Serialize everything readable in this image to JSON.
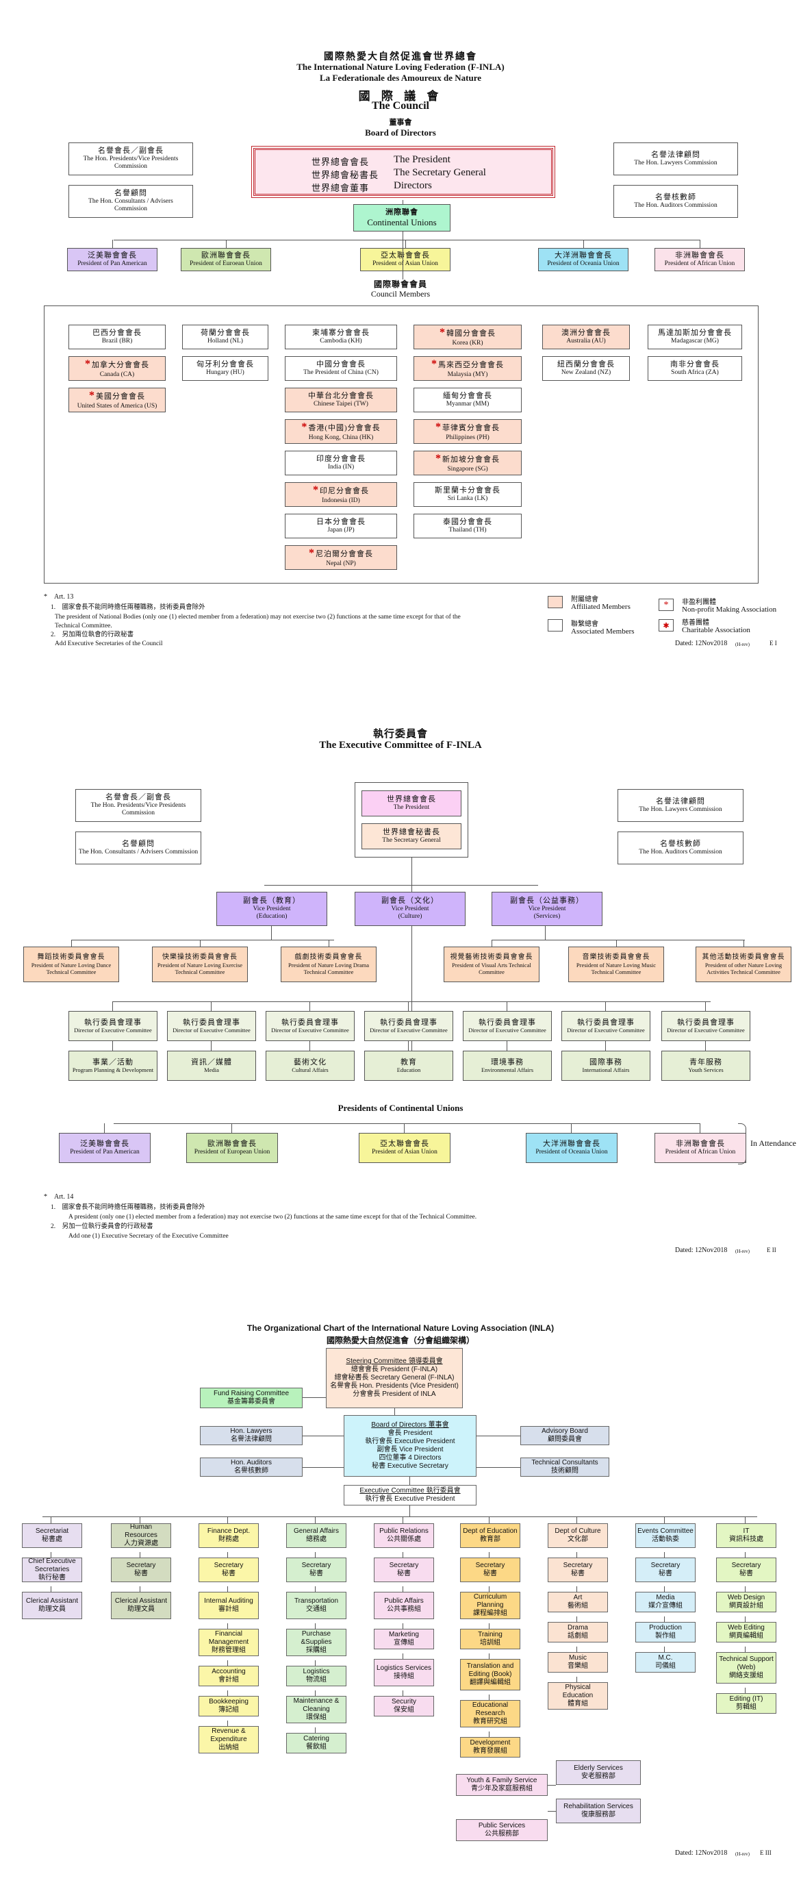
{
  "council": {
    "title_zh": "國際熱愛大自然促進會世界總會",
    "title_en": "The International Nature Loving Federation (F-INLA)",
    "title_fr": "La Federationale des Amoureux de Nature",
    "council_zh": "國 際 議 會",
    "council_en": "The Council",
    "board_zh": "董事會",
    "board_en": "Board of Directors",
    "hon_presidents": {
      "zh": "名譽會長／副會長",
      "en": "The Hon. Presidents/Vice Presidents Commission"
    },
    "hon_consultants": {
      "zh": "名譽顧問",
      "en": "The Hon. Consultants / Advisers Commission"
    },
    "hon_lawyers": {
      "zh": "名譽法律顧問",
      "en": "The Hon. Lawyers Commission"
    },
    "hon_auditors": {
      "zh": "名譽核數師",
      "en": "The Hon. Auditors Commission"
    },
    "officers": [
      {
        "zh": "世界總會會長",
        "en": "The President"
      },
      {
        "zh": "世界總會秘書長",
        "en": "The Secretary General"
      },
      {
        "zh": "世界總會董事",
        "en": "Directors"
      }
    ],
    "continental": {
      "zh": "洲際聯會",
      "en": "Continental Unions"
    },
    "unions": [
      {
        "zh": "泛美聯會會長",
        "en": "President of Pan American",
        "color": "#d9c6f5"
      },
      {
        "zh": "歐洲聯會會長",
        "en": "President of Euroean Union",
        "color": "#cfe7b0"
      },
      {
        "zh": "亞太聯會會長",
        "en": "President of Asian Union",
        "color": "#f7f59a"
      },
      {
        "zh": "大洋洲聯會會長",
        "en": "President of Oceania Union",
        "color": "#9ee2f5"
      },
      {
        "zh": "非洲聯會會長",
        "en": "President of African Union",
        "color": "#fbe2ea"
      }
    ],
    "members_zh": "國際聯會會員",
    "members_en": "Council Members",
    "members": [
      {
        "zh": "巴西分會會長",
        "en": "Brazil (BR)",
        "aff": false,
        "star": false
      },
      {
        "zh": "加拿大分會會長",
        "en": "Canada (CA)",
        "aff": true,
        "star": true
      },
      {
        "zh": "美國分會會長",
        "en": "United States of America (US)",
        "aff": true,
        "star": true
      },
      {
        "zh": "荷蘭分會會長",
        "en": "Holland (NL)",
        "aff": false,
        "star": false
      },
      {
        "zh": "匈牙利分會會長",
        "en": "Hungary (HU)",
        "aff": false,
        "star": false
      },
      {
        "zh": "柬埔寨分會會長",
        "en": "Cambodia (KH)",
        "aff": false,
        "star": false
      },
      {
        "zh": "中國分會會長",
        "en": "The President of China (CN)",
        "aff": false,
        "star": false
      },
      {
        "zh": "中華台北分會會長",
        "en": "Chinese Taipei (TW)",
        "aff": true,
        "star": false
      },
      {
        "zh": "香港(中國)分會會長",
        "en": "Hong Kong, China (HK)",
        "aff": true,
        "star": true
      },
      {
        "zh": "印度分會會長",
        "en": "India (IN)",
        "aff": false,
        "star": false
      },
      {
        "zh": "印尼分會會長",
        "en": "Indonesia (ID)",
        "aff": true,
        "star": true
      },
      {
        "zh": "日本分會會長",
        "en": "Japan (JP)",
        "aff": false,
        "star": false
      },
      {
        "zh": "尼泊爾分會會長",
        "en": "Nepal (NP)",
        "aff": true,
        "star": true
      },
      {
        "zh": "韓國分會會長",
        "en": "Korea (KR)",
        "aff": true,
        "star": true
      },
      {
        "zh": "馬來西亞分會會長",
        "en": "Malaysia (MY)",
        "aff": true,
        "star": true
      },
      {
        "zh": "緬甸分會會長",
        "en": "Myanmar (MM)",
        "aff": false,
        "star": false
      },
      {
        "zh": "菲律賓分會會長",
        "en": "Philippines (PH)",
        "aff": true,
        "star": true
      },
      {
        "zh": "新加坡分會會長",
        "en": "Singapore (SG)",
        "aff": true,
        "star": true
      },
      {
        "zh": "斯里蘭卡分會會長",
        "en": "Sri Lanka (LK)",
        "aff": false,
        "star": false
      },
      {
        "zh": "泰國分會會長",
        "en": "Thailand (TH)",
        "aff": false,
        "star": false
      },
      {
        "zh": "澳洲分會會長",
        "en": "Australia (AU)",
        "aff": true,
        "star": false
      },
      {
        "zh": "紐西蘭分會會長",
        "en": "New Zealand (NZ)",
        "aff": false,
        "star": false
      },
      {
        "zh": "馬達加斯加分會會長",
        "en": "Madagascar (MG)",
        "aff": false,
        "star": false
      },
      {
        "zh": "南非分會會長",
        "en": "South Africa (ZA)",
        "aff": false,
        "star": false
      }
    ],
    "notes": [
      "*　Art. 13",
      "1.　國家會長不能同時擔任兩種職務，技術委員會除外",
      "The president of National Bodies (only one (1) elected member from a federation) may not exercise two (2) functions at the same time except for that of the",
      "Technical Committee.",
      "2.　另加兩位執會的行政秘書",
      "Add Executive Secretaries of the Council"
    ],
    "legend": {
      "affiliated_zh": "附屬總會",
      "affiliated_en": "Affiliated Members",
      "associated_zh": "聯繫總會",
      "associated_en": "Associated Members",
      "nonprofit_zh": "非盈利團體",
      "nonprofit_en": "Non-profit Making Association",
      "charitable_zh": "慈善團體",
      "charitable_en": "Charitable Association"
    },
    "dated": "Dated: 12Nov2018",
    "dated_small": "(H-rev)",
    "code": "E I"
  },
  "exec": {
    "title_zh": "執行委員會",
    "title_en": "The Executive Committee of F-INLA",
    "hon_presidents": {
      "zh": "名譽會長／副會長",
      "en": "The Hon. Presidents/Vice Presidents Commission"
    },
    "hon_consultants": {
      "zh": "名譽顧問",
      "en": "The Hon. Consultants / Advisers Commission"
    },
    "hon_lawyers": {
      "zh": "名譽法律顧問",
      "en": "The Hon. Lawyers Commission"
    },
    "hon_auditors": {
      "zh": "名譽核數師",
      "en": "The Hon. Auditors Commission"
    },
    "president": {
      "zh": "世界總會會長",
      "en": "The President"
    },
    "secgen": {
      "zh": "世界總會秘書長",
      "en": "The Secretary General"
    },
    "vps": [
      {
        "zh": "副會長（教育）",
        "en1": "Vice President",
        "en2": "(Education)"
      },
      {
        "zh": "副會長（文化）",
        "en1": "Vice President",
        "en2": "(Culture)"
      },
      {
        "zh": "副會長（公益事務）",
        "en1": "Vice President",
        "en2": "(Services)"
      }
    ],
    "techs": [
      {
        "zh": "舞蹈技術委員會會長",
        "en": "President of Nature Loving Dance Technical Committee"
      },
      {
        "zh": "快樂操技術委員會會長",
        "en": "President of Nature Loving Exercise Technical Committee"
      },
      {
        "zh": "戲劇技術委員會會長",
        "en": "President of Nature Loving Drama Technical Committee"
      },
      {
        "zh": "視覺藝術技術委員會會長",
        "en": "President of Visual Arts Technical Committee"
      },
      {
        "zh": "音樂技術委員會會長",
        "en": "President of Nature Loving Music Technical Committee"
      },
      {
        "zh": "其他活動技術委員會會長",
        "en": "President of other Nature Loving Activities Technical Committee"
      }
    ],
    "director_zh": "執行委員會理事",
    "director_en": "Director of Executive Committee",
    "depts": [
      {
        "zh": "事業／活動",
        "en": "Program Planning & Development"
      },
      {
        "zh": "資訊／媒體",
        "en": "Media"
      },
      {
        "zh": "藝術文化",
        "en": "Cultural Affairs"
      },
      {
        "zh": "教育",
        "en": "Education"
      },
      {
        "zh": "環境事務",
        "en": "Environmental Affairs"
      },
      {
        "zh": "國際事務",
        "en": "International Affairs"
      },
      {
        "zh": "青年服務",
        "en": "Youth Services"
      }
    ],
    "presidents_title": "Presidents of Continental Unions",
    "unions": [
      {
        "zh": "泛美聯會會長",
        "en": "President of Pan American",
        "color": "#d9c6f5"
      },
      {
        "zh": "歐洲聯會會長",
        "en": "President of European Union",
        "color": "#cfe7b0"
      },
      {
        "zh": "亞太聯會會長",
        "en": "President of Asian Union",
        "color": "#f7f59a"
      },
      {
        "zh": "大洋洲聯會會長",
        "en": "President of Oceania Union",
        "color": "#9ee2f5"
      },
      {
        "zh": "非洲聯會會長",
        "en": "President of African Union",
        "color": "#fbe2ea"
      }
    ],
    "in_attendance": "In Attendance",
    "notes": [
      "*　Art. 14",
      "1.　國家會長不能同時擔任兩種職務，技術委員會除外",
      "A president (only one (1) elected member from a federation) may not exercise two (2) functions at the same time except for that of the Technical Committee.",
      "2.　另加一位執行委員會的行政秘書",
      "Add one (1) Executive Secretary of the Executive Committee"
    ],
    "dated": "Dated: 12Nov2018",
    "dated_small": "(H-rev)",
    "code": "E II"
  },
  "org": {
    "title_en": "The Organizational Chart of the International Nature Loving Association (INLA)",
    "title_zh": "國際熱愛大自然促進會（分會組織架構）",
    "steering": [
      "Steering Committee 領導委員會",
      "總會會長 President (F-INLA)",
      "總會秘書長 Secretary General (F-INLA)",
      "名譽會長 Hon. Presidents (Vice President)",
      "分會會長 President of INLA"
    ],
    "fund": [
      "Fund Raising Committee",
      "基金籌募委員會"
    ],
    "board": [
      "Board of Directors 董事會",
      "會長 President",
      "執行會長 Executive President",
      "副會長 Vice President",
      "四位董事 4 Directors",
      "秘書 Executive Secretary"
    ],
    "hon_lawyers": [
      "Hon. Lawyers",
      "名譽法律顧問"
    ],
    "hon_auditors": [
      "Hon. Auditors",
      "名譽核數師"
    ],
    "advisory": [
      "Advisory Board",
      "顧問委員會"
    ],
    "tech_consult": [
      "Technical Consultants",
      "技術顧問"
    ],
    "exec_committee": [
      "Executive Committee 執行委員會",
      "執行會長 Executive President"
    ],
    "columns": [
      {
        "color": "#e7def0",
        "items": [
          [
            "Secretariat",
            "秘書處"
          ],
          [
            "Chief Executive Secretaries",
            "執行秘書"
          ],
          [
            "Clerical Assistant",
            "助理文員"
          ]
        ]
      },
      {
        "color": "#d3dcc0",
        "items": [
          [
            "Human Resources",
            "人力資源處"
          ],
          [
            "Secretary",
            "秘書"
          ],
          [
            "Clerical Assistant",
            "助理文員"
          ]
        ]
      },
      {
        "color": "#fbf6a8",
        "items": [
          [
            "Finance Dept.",
            "財務處"
          ],
          [
            "Secretary",
            "秘書"
          ],
          [
            "Internal Auditing",
            "審計組"
          ],
          [
            "Financial Management",
            "財務管理組"
          ],
          [
            "Accounting",
            "會計組"
          ],
          [
            "Bookkeeping",
            "簿記組"
          ],
          [
            "Revenue & Expenditure",
            "出納組"
          ]
        ]
      },
      {
        "color": "#d5efcf",
        "items": [
          [
            "General Affairs",
            "總務處"
          ],
          [
            "Secretary",
            "秘書"
          ],
          [
            "Transportation",
            "交通組"
          ],
          [
            "Purchase &Supplies",
            "採購組"
          ],
          [
            "Logistics",
            "物流組"
          ],
          [
            "Maintenance & Cleaning",
            "環保組"
          ],
          [
            "Catering",
            "餐飲組"
          ]
        ]
      },
      {
        "color": "#f8dcef",
        "items": [
          [
            "Public Relations",
            "公共關係處"
          ],
          [
            "Secretary",
            "秘書"
          ],
          [
            "Public Affairs",
            "公共事務組"
          ],
          [
            "Marketing",
            "宣傳組"
          ],
          [
            "Logistics Services",
            "接待組"
          ],
          [
            "Security",
            "保安組"
          ]
        ]
      },
      {
        "color": "#fcd886",
        "items": [
          [
            "Dept of Education",
            "教育部"
          ],
          [
            "Secretary",
            "秘書"
          ],
          [
            "Curriculum Planning",
            "課程編排組"
          ],
          [
            "Training",
            "培訓組"
          ],
          [
            "Translation and Editing (Book)",
            "翻譯與編輯組"
          ],
          [
            "Educational Research",
            "教育研究組"
          ],
          [
            "Development",
            "教育發展組"
          ]
        ]
      },
      {
        "color": "#fbe3d2",
        "items": [
          [
            "Dept of Culture",
            "文化部"
          ],
          [
            "Secretary",
            "秘書"
          ],
          [
            "Art",
            "藝術組"
          ],
          [
            "Drama",
            "話劇組"
          ],
          [
            "Music",
            "音樂組"
          ],
          [
            "Physical Education",
            "體育組"
          ]
        ]
      },
      {
        "color": "#d5eef8",
        "items": [
          [
            "Events Committee",
            "活動執委"
          ],
          [
            "Secretary",
            "秘書"
          ],
          [
            "Media",
            "媒介宣傳組"
          ],
          [
            "Production",
            "製作組"
          ],
          [
            "M.C.",
            "司儀組"
          ]
        ]
      },
      {
        "color": "#e3f6c3",
        "items": [
          [
            "IT",
            "資訊科技處"
          ],
          [
            "Secretary",
            "秘書"
          ],
          [
            "Web Design",
            "網頁設計組"
          ],
          [
            "Web Editing",
            "網頁編輯組"
          ],
          [
            "Technical Support (Web)",
            "網絡支援組"
          ],
          [
            "Editing (IT)",
            "剪輯組"
          ]
        ]
      }
    ],
    "youth": [
      "Youth & Family Service",
      "青少年及家庭服務組"
    ],
    "elderly": [
      "Elderly Services",
      "安老服務部"
    ],
    "rehab": [
      "Rehabilitation Services",
      "復康服務部"
    ],
    "public_services": [
      "Public Services",
      "公共服務部"
    ],
    "dated": "Dated: 12Nov2018",
    "dated_small": "(H-rev)",
    "code": "E III"
  }
}
